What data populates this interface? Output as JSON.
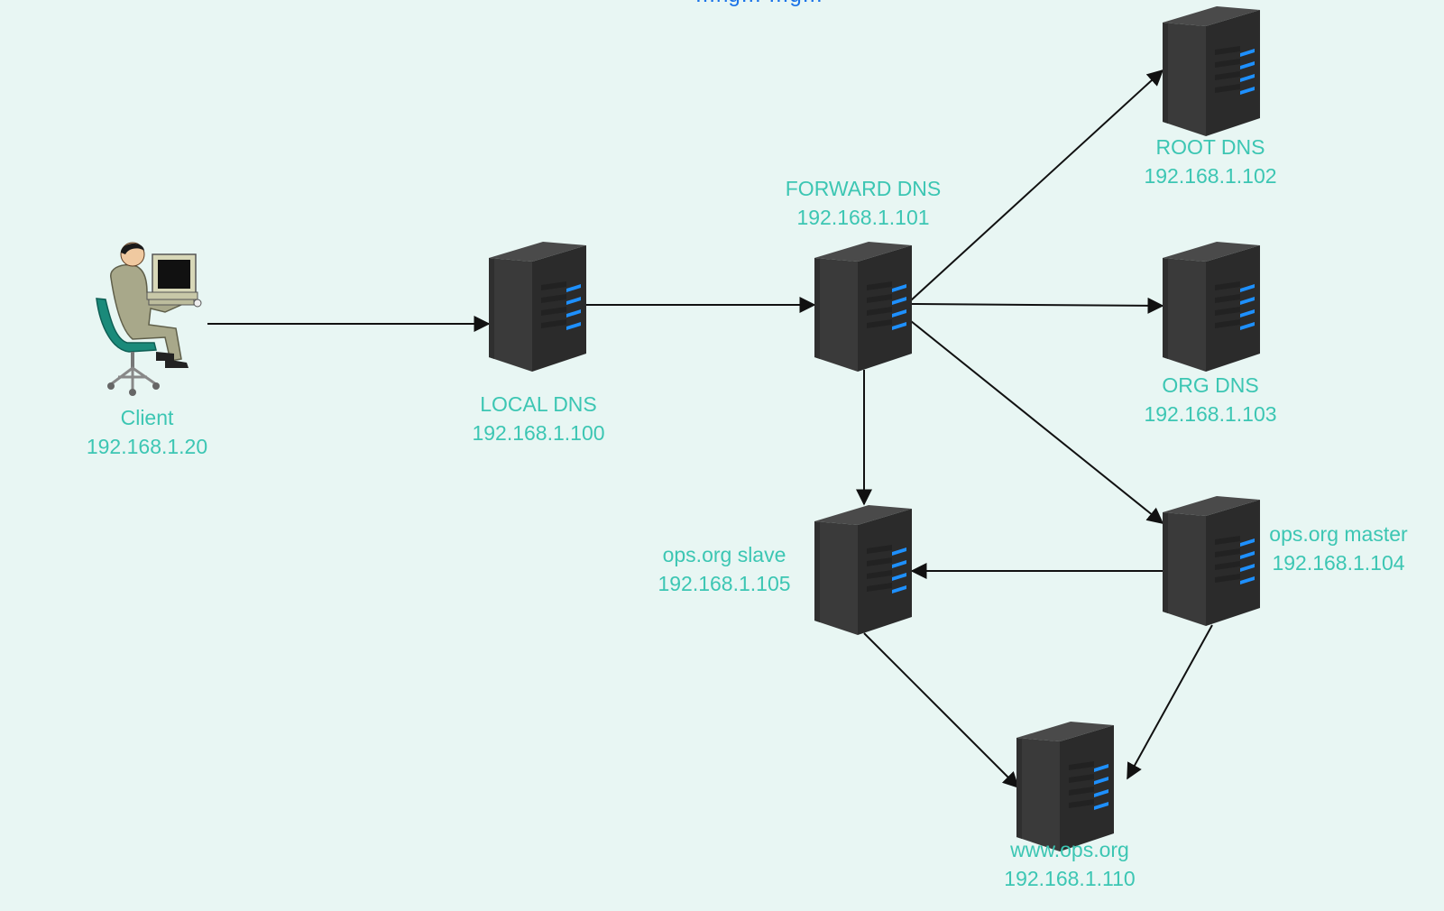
{
  "diagram": {
    "top_clipped_text": "…ng… …g…",
    "nodes": {
      "client": {
        "name": "Client",
        "ip": "192.168.1.20",
        "icon": "person-at-computer-icon"
      },
      "local_dns": {
        "name": "LOCAL DNS",
        "ip": "192.168.1.100",
        "icon": "server-icon"
      },
      "forward_dns": {
        "name": "FORWARD DNS",
        "ip": "192.168.1.101",
        "icon": "server-icon"
      },
      "root_dns": {
        "name": "ROOT DNS",
        "ip": "192.168.1.102",
        "icon": "server-icon"
      },
      "org_dns": {
        "name": "ORG DNS",
        "ip": "192.168.1.103",
        "icon": "server-icon"
      },
      "ops_master": {
        "name": "ops.org master",
        "ip": "192.168.1.104",
        "icon": "server-icon"
      },
      "ops_slave": {
        "name": "ops.org slave",
        "ip": "192.168.1.105",
        "icon": "server-icon"
      },
      "www": {
        "name": "www.ops.org",
        "ip": "192.168.1.110",
        "icon": "server-icon"
      }
    },
    "edges": [
      {
        "from": "Client",
        "to": "LOCAL DNS"
      },
      {
        "from": "LOCAL DNS",
        "to": "FORWARD DNS"
      },
      {
        "from": "FORWARD DNS",
        "to": "ROOT DNS"
      },
      {
        "from": "FORWARD DNS",
        "to": "ORG DNS"
      },
      {
        "from": "FORWARD DNS",
        "to": "ops.org master"
      },
      {
        "from": "FORWARD DNS",
        "to": "ops.org slave"
      },
      {
        "from": "ops.org master",
        "to": "ops.org slave"
      },
      {
        "from": "ops.org slave",
        "to": "www.ops.org"
      },
      {
        "from": "ops.org master",
        "to": "www.ops.org"
      }
    ],
    "colors": {
      "background": "#e8f6f3",
      "label": "#3cc6b3",
      "server_body": "#3a3a3a",
      "server_light": "#1e90ff",
      "edge": "#111111"
    }
  }
}
